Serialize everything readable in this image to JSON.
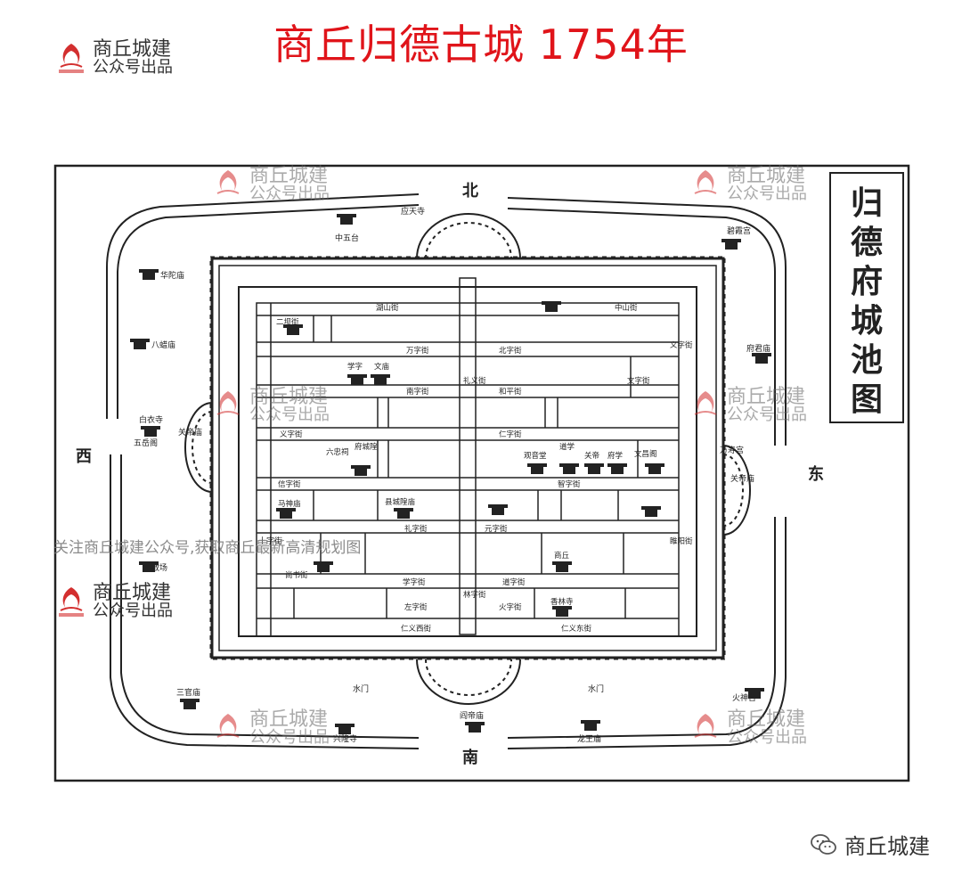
{
  "header": {
    "title": "商丘归德古城 1754年"
  },
  "watermark": {
    "line1": "商丘城建",
    "line2": "公众号出品"
  },
  "side_title": [
    "归",
    "德",
    "府",
    "城",
    "池",
    "图"
  ],
  "directions": {
    "north": "北",
    "south": "南",
    "west": "西",
    "east": "东"
  },
  "promo_text": "关注商丘城建公众号,获取商丘最新高清规划图",
  "credit": {
    "text": "商丘城建",
    "icon": "wechat-icon"
  },
  "colors": {
    "title": "#e0141a",
    "ink": "#222222",
    "logo": "#d32f2f"
  },
  "outer_labels": {
    "a": "应天寺",
    "b": "中五台",
    "c": "华陀庙",
    "d": "八蜡庙",
    "e": "白衣寺",
    "f": "五岳阁",
    "g": "关帝庙",
    "h": "教场",
    "i": "三官庙",
    "j": "关帝庙",
    "k": "碧霞宫",
    "l": "府君庙",
    "m": "火神台",
    "n": "万寿宫",
    "o": "水门",
    "p": "水门",
    "q": "兴隆寺",
    "r": "阎帝庙",
    "s": "龙王庙",
    "t": "十字街"
  },
  "inner_labels": {
    "s1": "湖山街",
    "s2": "中山街",
    "s3": "二坝街",
    "s4": "万字街",
    "s5": "北字街",
    "s6": "南字街",
    "s7": "和平街",
    "s8": "义字街",
    "s9": "仁字街",
    "s10": "信字街",
    "s11": "智字街",
    "s12": "礼字街",
    "s13": "元字街",
    "s14": "仁义西街",
    "s15": "仁义东街",
    "s16": "学字街",
    "s17": "道字街",
    "s18": "左字街",
    "s19": "火字街",
    "s20": "礼义街",
    "s21": "林字街",
    "s22": "文字街",
    "s23": "义字街",
    "s24": "县城隍庙",
    "s25": "六忠祠",
    "s26": "府城隍",
    "s27": "学字",
    "s28": "文庙",
    "s29": "关帝",
    "s30": "道学",
    "s31": "文昌阁",
    "s32": "睢阳街",
    "s33": "尚书街",
    "s34": "府学",
    "s35": "商丘",
    "s36": "香林寺",
    "s37": "马神庙",
    "s38": "观音堂"
  }
}
